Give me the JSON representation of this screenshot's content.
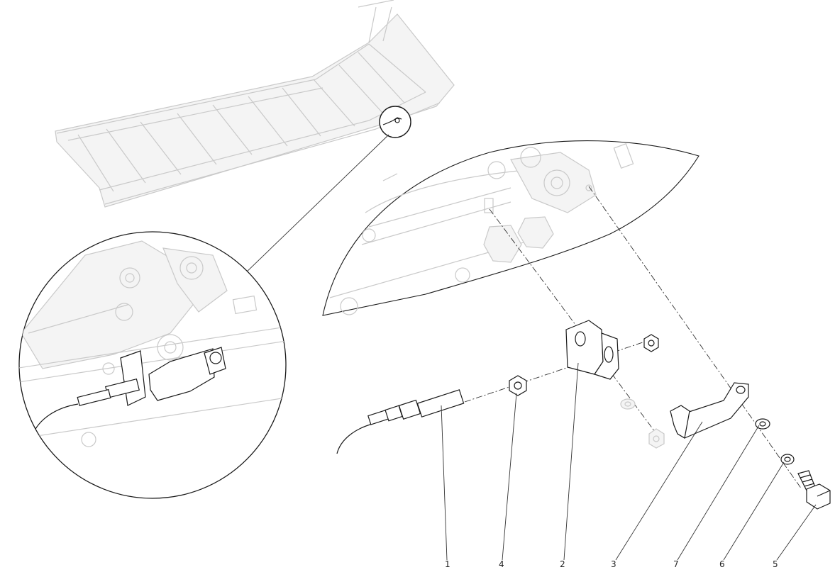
{
  "diagram": {
    "type": "exploded-assembly-drawing",
    "part_callouts": [
      {
        "id": "callout-1",
        "label": "1"
      },
      {
        "id": "callout-4",
        "label": "4"
      },
      {
        "id": "callout-2",
        "label": "2"
      },
      {
        "id": "callout-3",
        "label": "3"
      },
      {
        "id": "callout-7",
        "label": "7"
      },
      {
        "id": "callout-6",
        "label": "6"
      },
      {
        "id": "callout-5",
        "label": "5"
      }
    ],
    "colors": {
      "ink": "#1a1a1a",
      "ghost": "#c9c9c9",
      "background": "#ffffff"
    }
  }
}
